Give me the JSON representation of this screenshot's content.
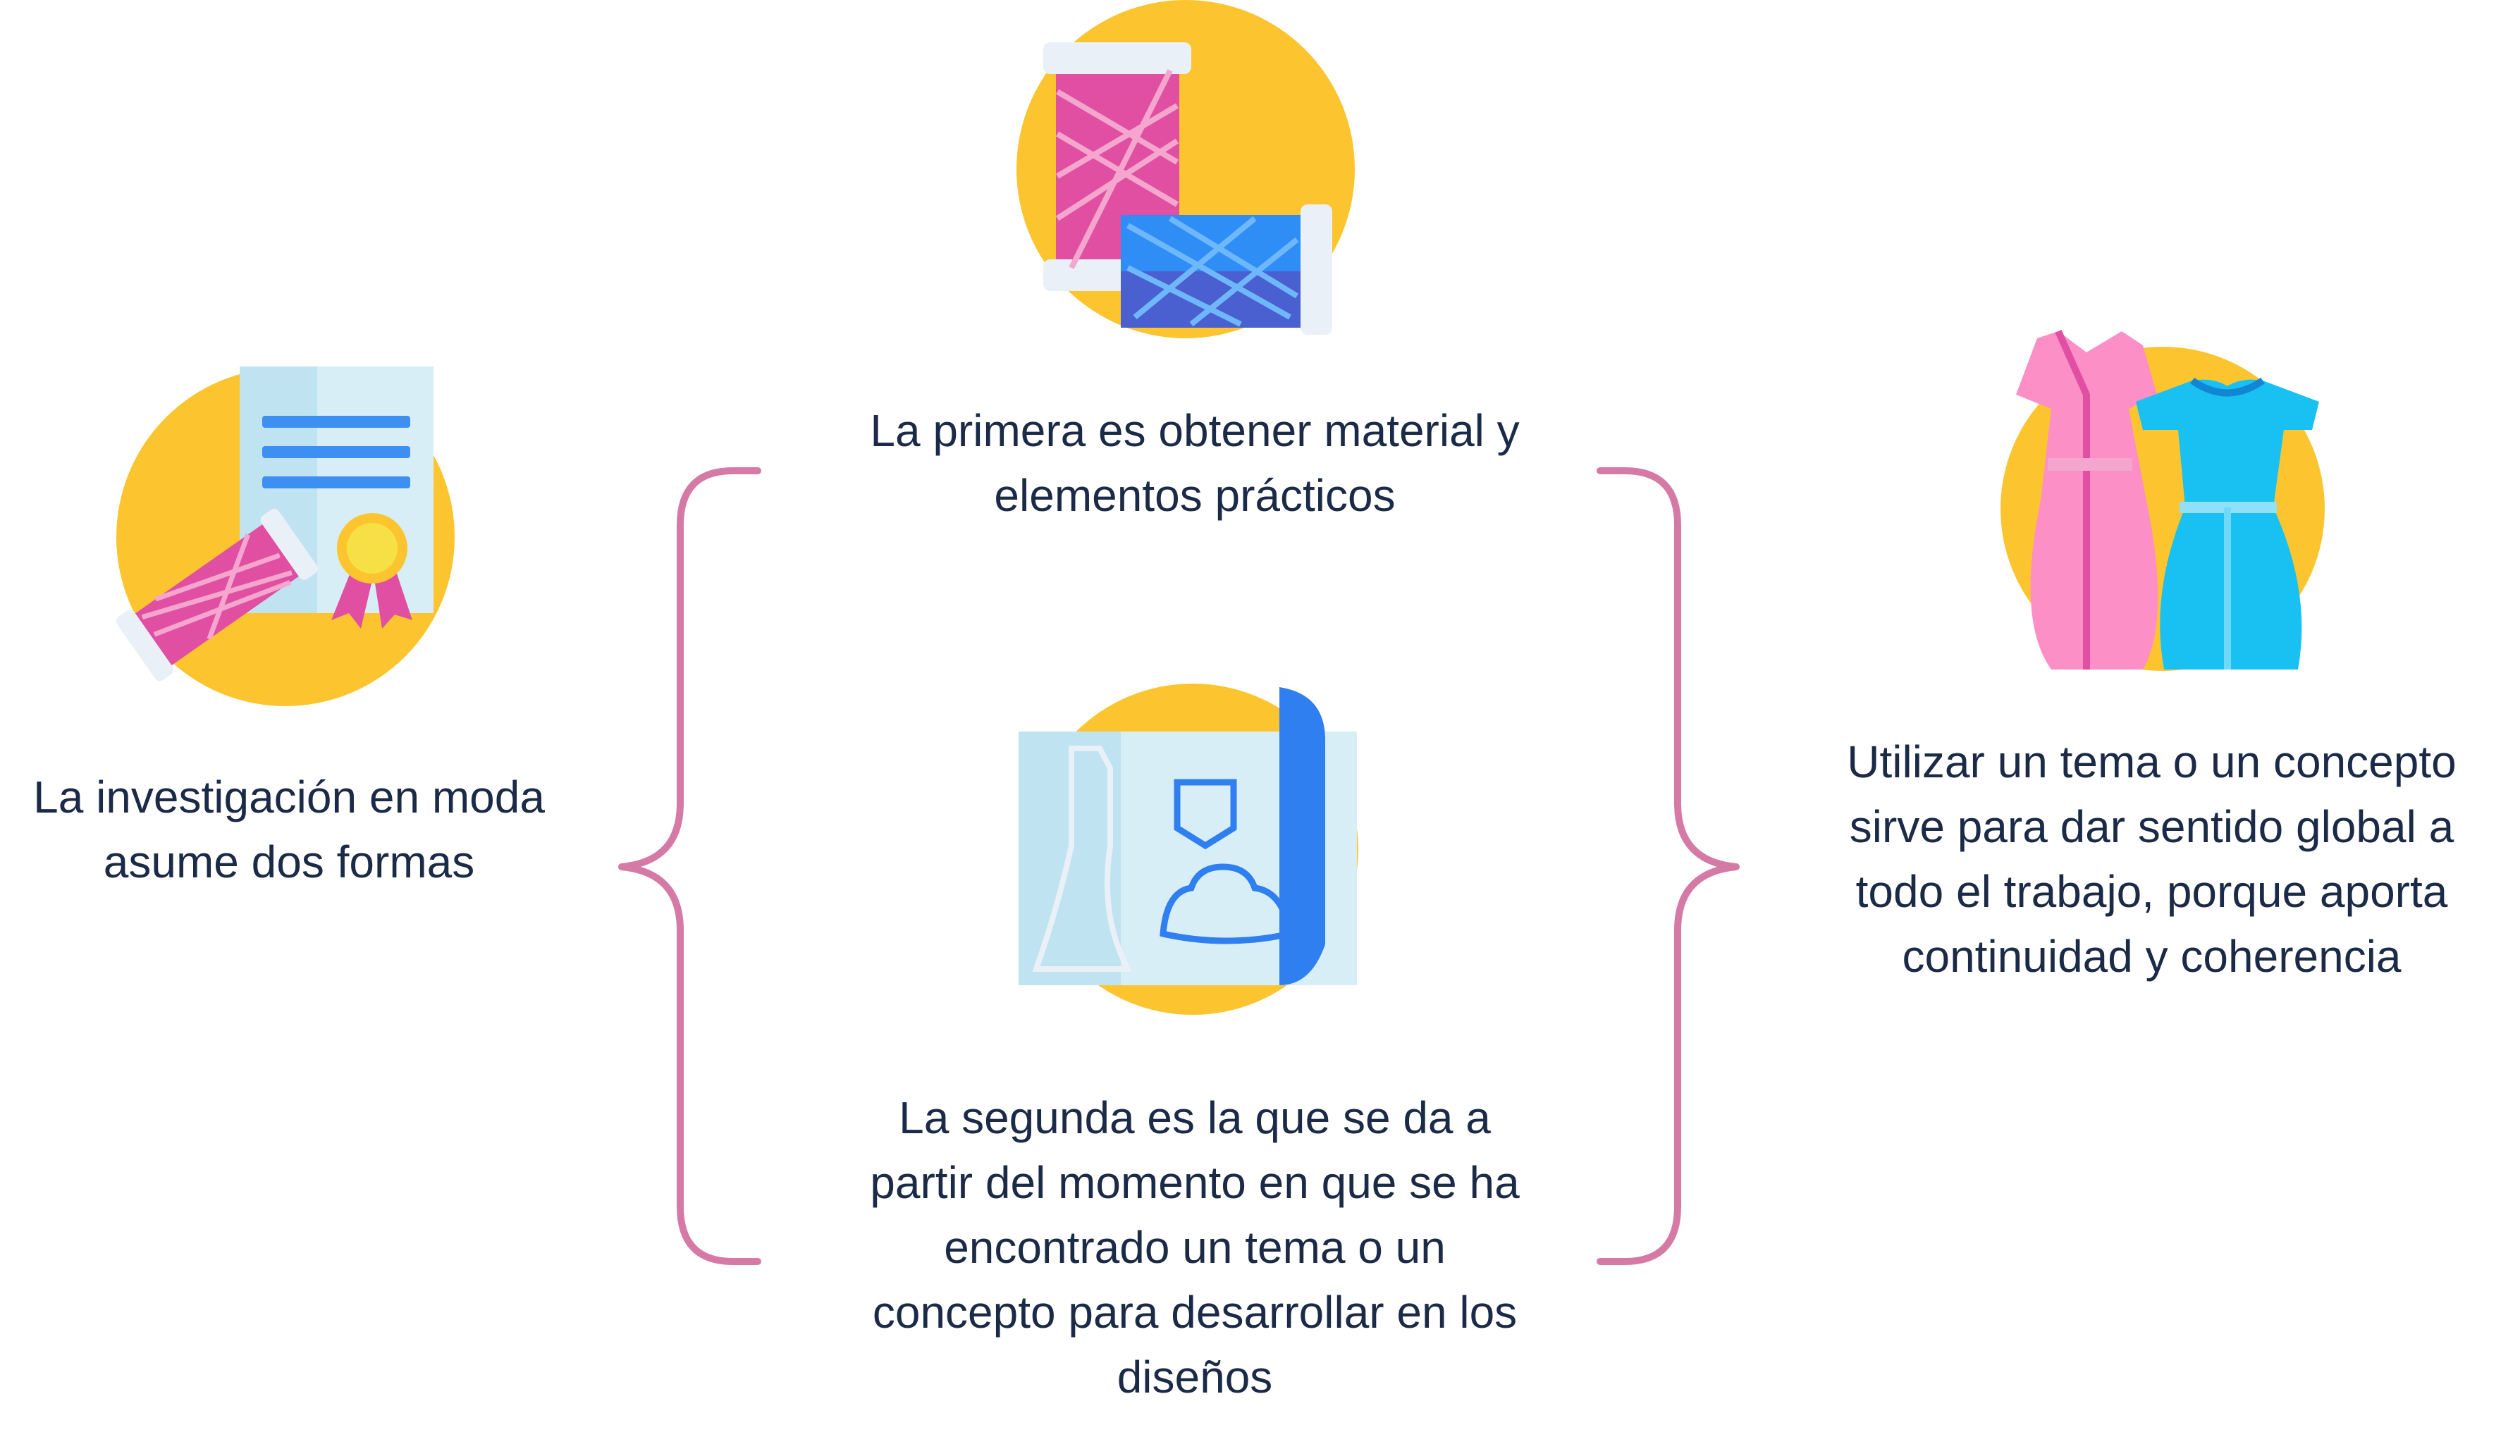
{
  "colors": {
    "bracket": "#d57aa5",
    "icon_circle": "#fcc52f",
    "text": "#1b2a47"
  },
  "icons": [
    "certificate-spool-icon",
    "thread-spools-icon",
    "sewing-pattern-icon",
    "dresses-icon"
  ],
  "nodes": {
    "left": "La investigación en moda\nasume dos formas",
    "top": "La primera es obtener material y\nelementos prácticos",
    "bottom": "La segunda es la que se da a\npartir del momento en que se ha\nencontrado un tema o un\nconcepto para desarrollar en los\ndiseños",
    "right": "Utilizar un tema o un concepto\nsirve para dar sentido global a\ntodo el trabajo, porque aporta\ncontinuidad y coherencia"
  }
}
